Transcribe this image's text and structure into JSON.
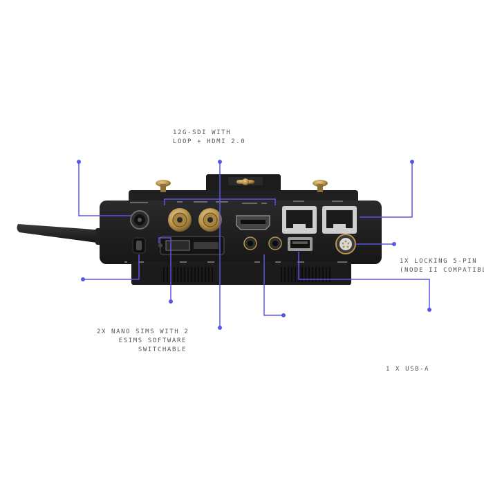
{
  "colors": {
    "accent": "#5a55e6",
    "body": "#1e1e20",
    "text": "#555555",
    "brass": "#b8944a"
  },
  "labels": {
    "sdi_hdmi": [
      "12G-SDI WITH",
      "LOOP + HDMI 2.0"
    ],
    "locking": [
      "1X LOCKING 5-PIN",
      "(NODE II COMPATIBLE)"
    ],
    "sims": [
      "2X NANO SIMS WITH 2",
      "ESIMS SOFTWARE",
      "SWITCHABLE"
    ],
    "usb": "1 X USB-A"
  },
  "icons": [
    "antenna-icon",
    "lemo-connector-icon",
    "sdi-connector-icon",
    "hdmi-port-icon",
    "ethernet-port-icon",
    "usb-a-port-icon",
    "5-pin-connector-icon",
    "sim-tray-icon",
    "audio-jack-icon",
    "power-switch-icon"
  ]
}
